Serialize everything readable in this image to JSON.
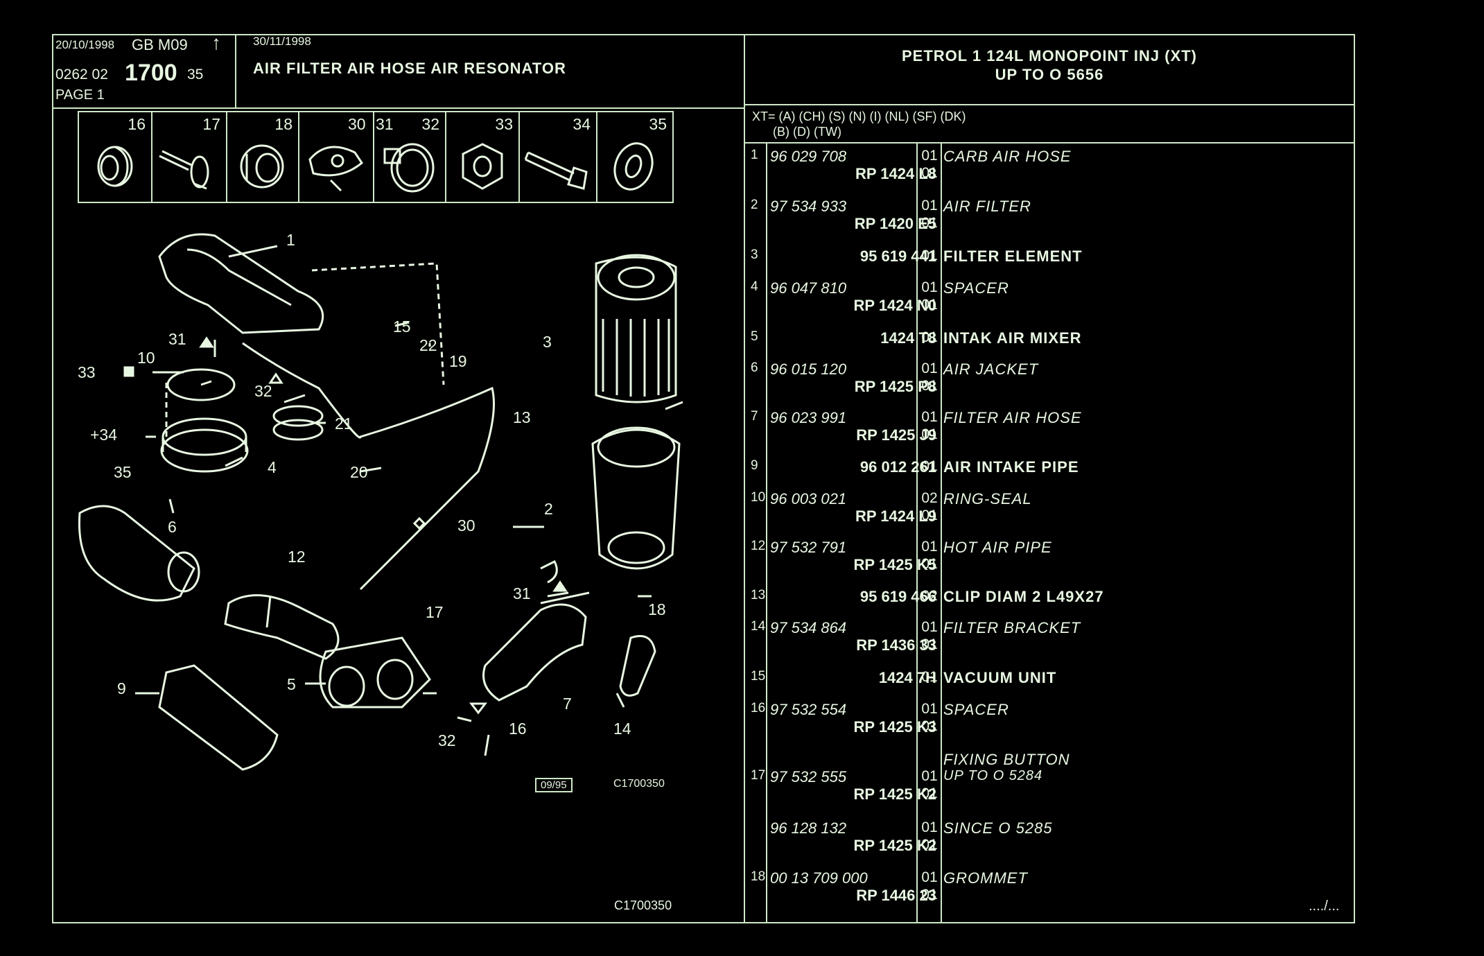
{
  "header": {
    "date1": "20/10/1998",
    "lang_code": "GB  M09",
    "arrow": "↑",
    "ref_prefix": "0262  02",
    "ref_main": "1700",
    "ref_suffix": "35",
    "page": "PAGE  1",
    "date2": "30/11/1998",
    "section_title": "AIR FILTER AIR HOSE AIR RESONATOR",
    "model_line1": "PETROL 1 124L MONOPOINT INJ (XT)",
    "model_line2": "UP TO O  5656",
    "xt_line1": "XT=  (A) (CH) (S) (N) (I) (NL) (SF) (DK)",
    "xt_line2": "(B) (D) (TW)"
  },
  "thumbnails": [
    "16",
    "17",
    "18",
    "30",
    "31",
    "32",
    "33",
    "34",
    "35"
  ],
  "diagram": {
    "stamp": "09/95",
    "code_small": "C1700350",
    "code_bottom": "C1700350",
    "callouts": [
      "1",
      "31",
      "33",
      "10",
      "32",
      "21",
      "22",
      "19",
      "15",
      "+34",
      "35",
      "4",
      "20",
      "30",
      "6",
      "12",
      "17",
      "31",
      "9",
      "5",
      "32",
      "16",
      "7",
      "14",
      "18",
      "2",
      "3",
      "13"
    ]
  },
  "parts": [
    {
      "idx": "1",
      "ref1": "96 029 708",
      "ref2": "RP  1424 L8",
      "q1": "01",
      "q2": "01",
      "desc": "CARB AIR HOSE",
      "style": "i"
    },
    {
      "idx": "2",
      "ref1": "97 534 933",
      "ref2": "RP  1420 E5",
      "q1": "01",
      "q2": "01",
      "desc": "AIR FILTER",
      "style": "i"
    },
    {
      "idx": "3",
      "ref1": "",
      "ref2": "95 619 441",
      "q1": "01",
      "q2": "",
      "desc": "FILTER ELEMENT",
      "style": "b"
    },
    {
      "idx": "4",
      "ref1": "96 047 810",
      "ref2": "RP  1424 N0",
      "q1": "01",
      "q2": "01",
      "desc": "SPACER",
      "style": "i"
    },
    {
      "idx": "5",
      "ref1": "",
      "ref2": "1424 T8",
      "q1": "01",
      "q2": "",
      "desc": "INTAK AIR MIXER",
      "style": "b"
    },
    {
      "idx": "6",
      "ref1": "96 015 120",
      "ref2": "RP  1425 P8",
      "q1": "01",
      "q2": "01",
      "desc": "AIR JACKET",
      "style": "i"
    },
    {
      "idx": "7",
      "ref1": "96 023 991",
      "ref2": "RP  1425 J9",
      "q1": "01",
      "q2": "01",
      "desc": "FILTER AIR HOSE",
      "style": "i"
    },
    {
      "idx": "9",
      "ref1": "",
      "ref2": "96 012 261",
      "q1": "01",
      "q2": "",
      "desc": "AIR INTAKE PIPE",
      "style": "b"
    },
    {
      "idx": "10",
      "ref1": "96 003 021",
      "ref2": "RP  1424 L9",
      "q1": "02",
      "q2": "01",
      "desc": "RING-SEAL",
      "style": "i"
    },
    {
      "idx": "12",
      "ref1": "97 532 791",
      "ref2": "RP  1425 K5",
      "q1": "01",
      "q2": "01",
      "desc": "HOT AIR PIPE",
      "style": "i"
    },
    {
      "idx": "13",
      "ref1": "",
      "ref2": "95 619 466",
      "q1": "02",
      "q2": "",
      "desc": "CLIP DIAM 2 L49X27",
      "style": "b"
    },
    {
      "idx": "14",
      "ref1": "97 534 864",
      "ref2": "RP  1436 33",
      "q1": "01",
      "q2": "01",
      "desc": "FILTER BRACKET",
      "style": "i"
    },
    {
      "idx": "15",
      "ref1": "",
      "ref2": "1424 7H",
      "q1": "01",
      "q2": "",
      "desc": "VACUUM UNIT",
      "style": "b"
    },
    {
      "idx": "16",
      "ref1": "97 532 554",
      "ref2": "RP  1425 K3",
      "q1": "01",
      "q2": "01",
      "desc": "SPACER",
      "style": "i"
    },
    {
      "idx": "17",
      "ref1": "97 532 555",
      "ref2": "RP  1425 K2",
      "q1": "01",
      "q2": "01",
      "desc": "FIXING BUTTON",
      "desc2": "UP  TO  O  5284",
      "style": "i"
    },
    {
      "idx": "",
      "ref1": "96 128 132",
      "ref2": "RP  1425 K2",
      "q1": "01",
      "q2": "01",
      "desc": "SINCE  O  5285",
      "style": "i"
    },
    {
      "idx": "18",
      "ref1": "00 13 709 000",
      "ref2": "RP  1446 23",
      "q1": "01",
      "q2": "01",
      "desc": "GROMMET",
      "style": "i"
    }
  ],
  "continuation": "..../..."
}
